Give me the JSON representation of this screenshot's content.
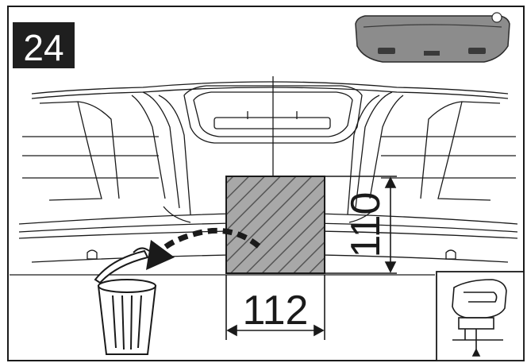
{
  "step": {
    "number": "24"
  },
  "dimensions": {
    "width": "112",
    "height": "110"
  },
  "colors": {
    "line": "#1a1a1a",
    "badge_bg": "#1f1f1f",
    "badge_text": "#ffffff",
    "hatch_fill": "#9a9a9a",
    "bumper_fill": "#8c8c8c",
    "bumper_dark": "#3a3a3a"
  },
  "icons": {
    "discard": "trash-can-icon",
    "tool": "jigsaw-icon",
    "thumbnail": "rear-bumper-icon"
  }
}
